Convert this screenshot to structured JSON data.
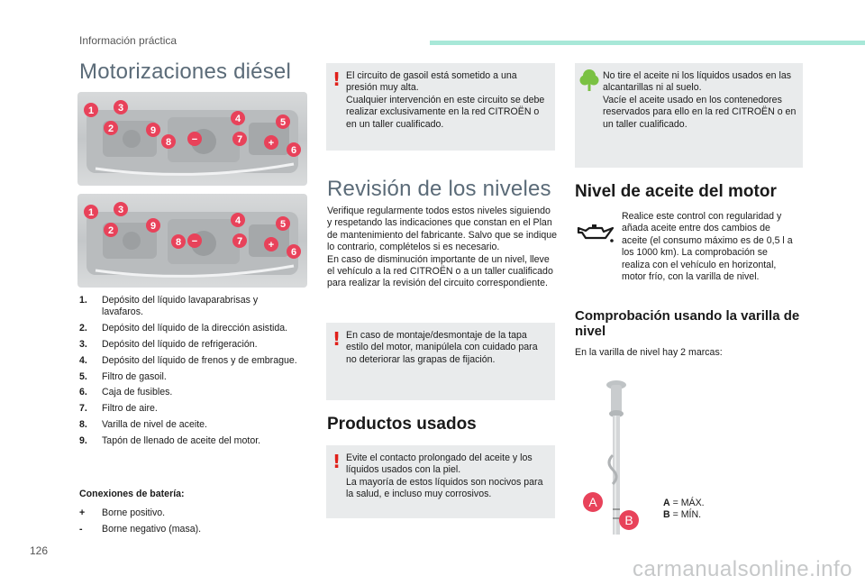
{
  "header": {
    "section": "Información práctica"
  },
  "page_number": "126",
  "watermark": "carmanualsonline.info",
  "left": {
    "title": "Motorizaciones diésel",
    "image_markers": [
      "1",
      "2",
      "3",
      "9",
      "8",
      "−",
      "4",
      "7",
      "5",
      "+",
      "6"
    ],
    "legend": [
      {
        "num": "1.",
        "text": "Depósito del líquido lavaparabrisas y lavafaros."
      },
      {
        "num": "2.",
        "text": "Depósito del líquido de la dirección asistida."
      },
      {
        "num": "3.",
        "text": "Depósito del líquido de refrigeración."
      },
      {
        "num": "4.",
        "text": "Depósito del líquido de frenos y de embrague."
      },
      {
        "num": "5.",
        "text": "Filtro de gasoil."
      },
      {
        "num": "6.",
        "text": "Caja de fusibles."
      },
      {
        "num": "7.",
        "text": "Filtro de aire."
      },
      {
        "num": "8.",
        "text": "Varilla de nivel de aceite."
      },
      {
        "num": "9.",
        "text": "Tapón de llenado de aceite del motor."
      }
    ],
    "battery_title": "Conexiones de batería:",
    "battery": [
      {
        "sym": "+",
        "text": "Borne positivo."
      },
      {
        "sym": "-",
        "text": "Borne negativo (masa)."
      }
    ]
  },
  "middle": {
    "warning1": "El circuito de gasoil está sometido a una presión muy alta.\nCualquier intervención en este circuito se debe realizar exclusivamente en la red CITROËN o en un taller cualificado.",
    "title": "Revisión de los niveles",
    "para": "Verifique regularmente todos estos niveles siguiendo y respetando las indicaciones que constan en el Plan de mantenimiento del fabricante. Salvo que se indique lo contrario, complételos si es necesario.\nEn caso de disminución importante de un nivel, lleve el vehículo a la red CITROËN o a un taller cualificado para realizar la revisión del circuito correspondiente.",
    "warning2": "En caso de montaje/desmontaje de la tapa estilo del motor, manipúlela con cuidado para no deteriorar las grapas de fijación.",
    "title2": "Productos usados",
    "warning3": "Evite el contacto prolongado del aceite y los líquidos usados con la piel.\nLa mayoría de estos líquidos son nocivos para la salud, e incluso muy corrosivos."
  },
  "right": {
    "eco_note": "No tire el aceite ni los líquidos usados en las alcantarillas ni al suelo.\nVacíe el aceite usado en los contenedores reservados para ello en la red CITROËN o en un taller cualificado.",
    "title": "Nivel de aceite del motor",
    "oil_text": "Realice este control con regularidad y añada aceite entre dos cambios de aceite (el consumo máximo es de 0,5 l a los 1000 km). La comprobación se realiza con el vehículo en horizontal, motor frío, con la varilla de nivel.",
    "subtitle": "Comprobación usando la varilla de nivel",
    "marks_text": "En la varilla de nivel hay 2 marcas:",
    "label_a": "A",
    "label_b": "B",
    "mark_a_key": "A",
    "mark_a_val": " = MÁX.",
    "mark_b_key": "B",
    "mark_b_val": " = MÍN."
  },
  "colors": {
    "accent": "#e8425a",
    "warning": "#e0201a",
    "eco": "#7ac143",
    "header_line": "#a8e8d8"
  }
}
